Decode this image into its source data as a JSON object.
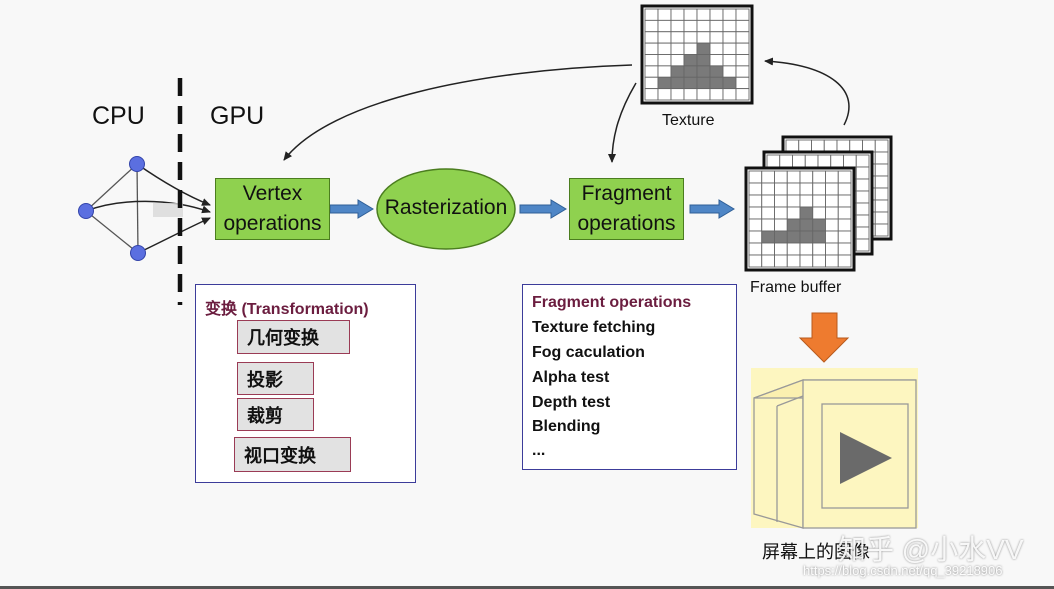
{
  "labels": {
    "cpu": "CPU",
    "gpu": "GPU",
    "texture": "Texture",
    "frame_buffer": "Frame buffer",
    "screen_image": "屏幕上的图像"
  },
  "stages": {
    "vertex": [
      "Vertex",
      "operations"
    ],
    "rasterization": "Rasterization",
    "fragment": [
      "Fragment",
      "operations"
    ]
  },
  "transform_panel": {
    "title": "变换 (Transformation)",
    "steps": [
      "几何变换",
      "投影",
      "裁剪",
      "视口变换"
    ]
  },
  "fragment_panel": {
    "title": "Fragment operations",
    "items": [
      "Texture fetching",
      "Fog caculation",
      "Alpha test",
      "Depth test",
      "Blending",
      "..."
    ]
  },
  "watermark": {
    "zhihu": "知乎 @小水VV",
    "url": "https://blog.csdn.net/qq_39218906"
  },
  "colors": {
    "green": "#8fd14f",
    "arrow_blue": "#4f86c6",
    "node_blue": "#5b6fe0",
    "screen_yellow": "#fdf6c0",
    "pixel_gray": "#7a7a7a",
    "down_arrow_orange": "#ee7b2f"
  }
}
